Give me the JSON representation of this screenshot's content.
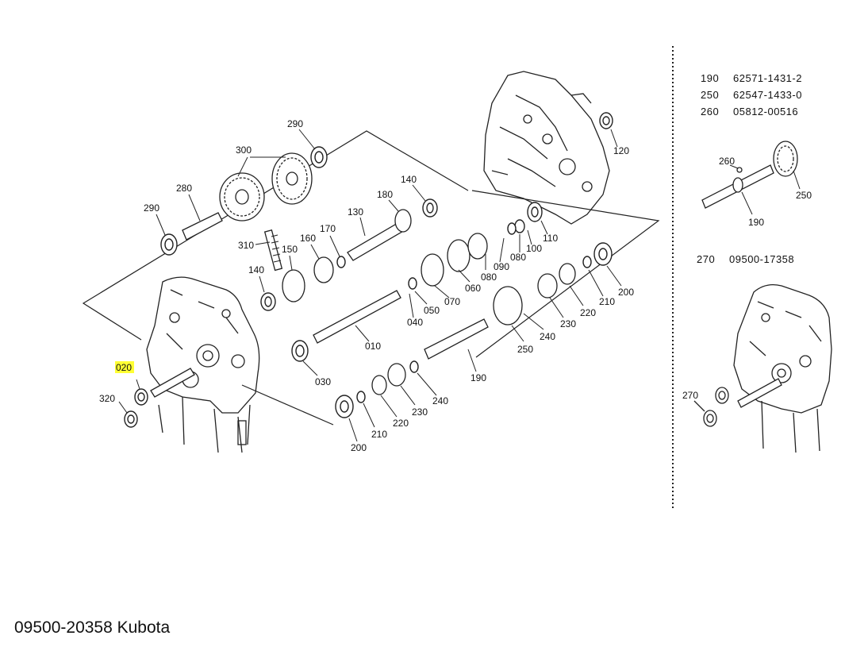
{
  "highlight_color": "#ffff33",
  "main_labels": [
    "290",
    "300",
    "280",
    "290",
    "310",
    "150",
    "160",
    "170",
    "130",
    "180",
    "140",
    "140",
    "120",
    "110",
    "100",
    "080",
    "090",
    "080",
    "060",
    "070",
    "050",
    "040",
    "010",
    "030",
    "020",
    "320",
    "200",
    "210",
    "220",
    "230",
    "240",
    "190",
    "250",
    "240",
    "230",
    "220",
    "210",
    "200"
  ],
  "highlighted_label": "020",
  "inset": {
    "refs": [
      {
        "num": "190",
        "part": "62571-1431-2"
      },
      {
        "num": "250",
        "part": "62547-1433-0"
      },
      {
        "num": "260",
        "part": "05812-00516"
      }
    ],
    "shaft_labels": [
      "260",
      "250",
      "190"
    ],
    "ref270": {
      "num": "270",
      "part": "09500-17358"
    },
    "case_label": "270"
  },
  "caption": "09500-20358 Kubota"
}
